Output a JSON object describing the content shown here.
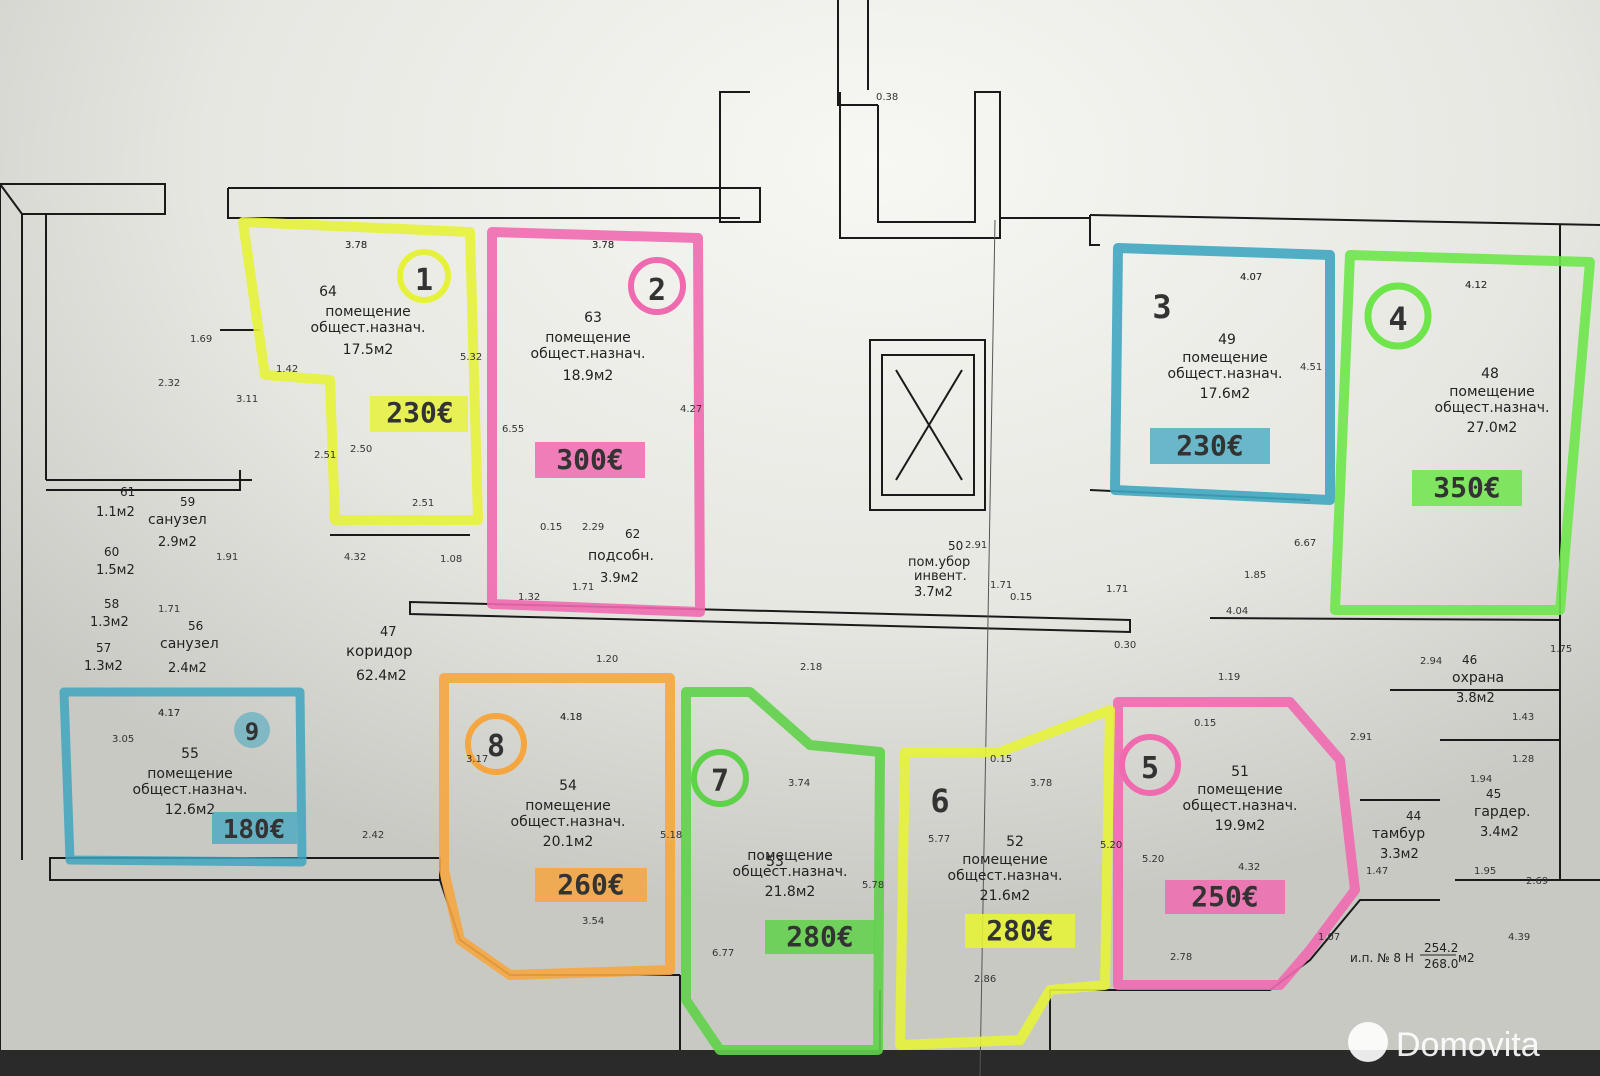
{
  "rooms": [
    {
      "id": "r64",
      "number": "64",
      "label1": "помещение",
      "label2": "общест.назнач.",
      "area": "17.5м2",
      "lot": "1",
      "price": "230€",
      "color": "#e6f23a"
    },
    {
      "id": "r63",
      "number": "63",
      "label1": "помещение",
      "label2": "общест.назнач.",
      "area": "18.9м2",
      "lot": "2",
      "price": "300€",
      "color": "#f06ab0"
    },
    {
      "id": "r49",
      "number": "49",
      "label1": "помещение",
      "label2": "общест.назнач.",
      "area": "17.6м2",
      "lot": "3",
      "price": "230€",
      "color": "#3fa6c0"
    },
    {
      "id": "r48",
      "number": "48",
      "label1": "помещение",
      "label2": "общест.назнач.",
      "area": "27.0м2",
      "lot": "4",
      "price": "350€",
      "color": "#6ee54a"
    },
    {
      "id": "r51",
      "number": "51",
      "label1": "помещение",
      "label2": "общест.назнач.",
      "area": "19.9м2",
      "lot": "5",
      "price": "250€",
      "color": "#f06ab0"
    },
    {
      "id": "r52",
      "number": "52",
      "label1": "помещение",
      "label2": "общест.назнач.",
      "area": "21.6м2",
      "lot": "6",
      "price": "280€",
      "color": "#e6f23a"
    },
    {
      "id": "r53",
      "number": "53",
      "label1": "помещение",
      "label2": "общест.назнач.",
      "area": "21.8м2",
      "lot": "7",
      "price": "280€",
      "color": "#5fd14a"
    },
    {
      "id": "r54",
      "number": "54",
      "label1": "помещение",
      "label2": "общест.назнач.",
      "area": "20.1м2",
      "lot": "8",
      "price": "260€",
      "color": "#f5a640"
    },
    {
      "id": "r55",
      "number": "55",
      "label1": "помещение",
      "label2": "общест.назнач.",
      "area": "12.6м2",
      "lot": "9",
      "price": "180€",
      "color": "#3fa6c0"
    }
  ],
  "small_rooms": [
    {
      "id": "s61",
      "number": "61",
      "area": "1.1м2"
    },
    {
      "id": "s59",
      "number": "59",
      "name": "санузел",
      "area": "2.9м2"
    },
    {
      "id": "s60",
      "number": "60",
      "area": "1.5м2"
    },
    {
      "id": "s58",
      "number": "58",
      "area": "1.3м2"
    },
    {
      "id": "s56",
      "number": "56",
      "name": "санузел",
      "area": "2.4м2"
    },
    {
      "id": "s57",
      "number": "57",
      "area": "1.3м2"
    },
    {
      "id": "s62",
      "number": "62",
      "name": "подсобн.",
      "area": "3.9м2"
    },
    {
      "id": "s50",
      "number": "50",
      "name1": "пом.убор",
      "name2": "инвент.",
      "area": "3.7м2"
    },
    {
      "id": "s47",
      "number": "47",
      "name": "коридор",
      "area": "62.4м2"
    },
    {
      "id": "s46",
      "number": "46",
      "name": "охрана",
      "area": "3.8м2"
    },
    {
      "id": "s44",
      "number": "44",
      "name": "тамбур",
      "area": "3.3м2"
    },
    {
      "id": "s45",
      "number": "45",
      "name": "гардер.",
      "area": "3.4м2"
    }
  ],
  "dimensions": [
    "3.78",
    "3.78",
    "4.07",
    "4.12",
    "1.69",
    "2.32",
    "1.42",
    "5.32",
    "2.50",
    "2.51",
    "3.11",
    "2.51",
    "6.55",
    "4.27",
    "0.15",
    "2.29",
    "4.32",
    "1.08",
    "1.32",
    "1.71",
    "1.91",
    "1.71",
    "4.51",
    "1.85",
    "6.67",
    "4.04",
    "2.91",
    "1.71",
    "0.15",
    "1.71",
    "0.30",
    "1.19",
    "2.94",
    "1.75",
    "1.43",
    "1.28",
    "2.91",
    "1.94",
    "1.95",
    "2.69",
    "4.39",
    "1.47",
    "1.07",
    "2.78",
    "4.32",
    "5.20",
    "5.20",
    "0.15",
    "3.78",
    "0.15",
    "5.77",
    "2.86",
    "3.74",
    "5.78",
    "6.77",
    "4.18",
    "3.17",
    "5.18",
    "3.54",
    "1.20",
    "2.18",
    "4.17",
    "3.05",
    "2.42",
    "0.38"
  ],
  "summary": {
    "prefix": "и.п. № 8 Н",
    "line1": "254.2",
    "line2": "268.0",
    "unit": "м2"
  },
  "watermark": "Domovita"
}
